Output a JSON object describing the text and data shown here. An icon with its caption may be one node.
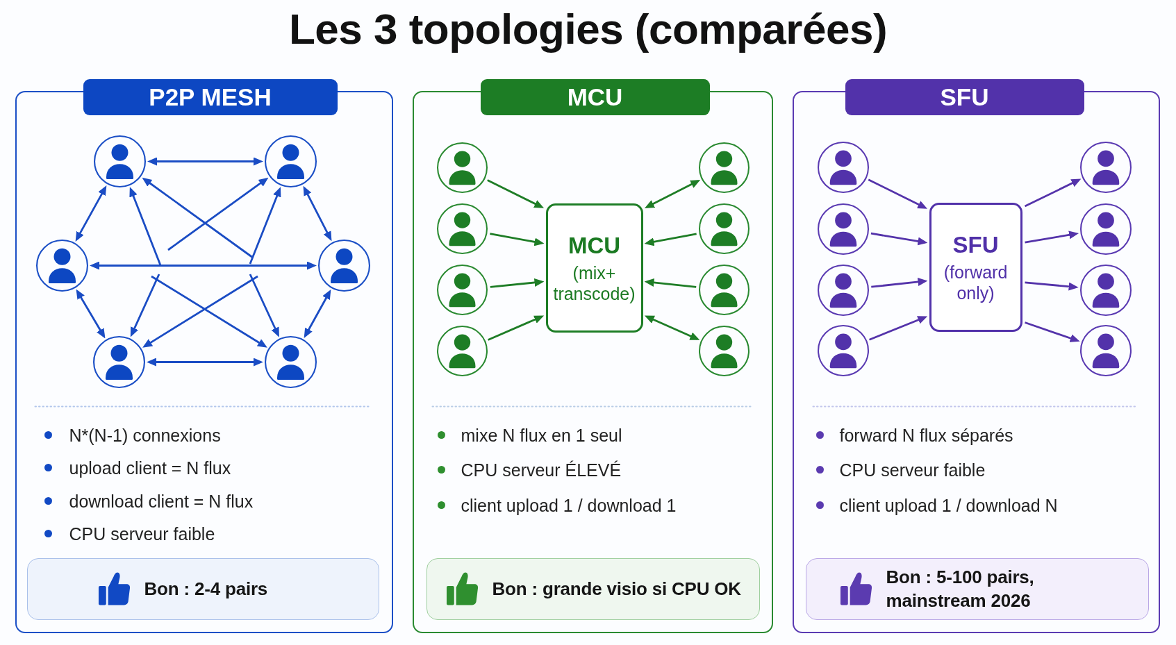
{
  "diagram": {
    "title": "Les 3 topologies (comparées)",
    "nodes": [
      {
        "text": [
          "P2P MESH",
          "N*(N-1) connexions",
          "upload client = N flux",
          "download client = N flux",
          "CPU serveur faible"
        ]
      },
      {
        "text": [],
        "shape": "person",
        "in": 0
      },
      {
        "text": [],
        "shape": "person",
        "in": 0
      },
      {
        "text": [],
        "shape": "person",
        "in": 0
      },
      {
        "text": [],
        "shape": "person",
        "in": 0
      },
      {
        "text": [],
        "shape": "person",
        "in": 0
      },
      {
        "text": [],
        "shape": "person",
        "in": 0
      },
      {
        "text": [
          "Bon : 2-4 pairs"
        ],
        "in": 0
      },
      {
        "text": [
          "MCU",
          "mixe N flux en 1 seul",
          "CPU serveur ÉLEVÉ",
          "client upload 1 / download 1"
        ]
      },
      {
        "text": [],
        "shape": "person",
        "in": 8
      },
      {
        "text": [],
        "shape": "person",
        "in": 8
      },
      {
        "text": [],
        "shape": "person",
        "in": 8
      },
      {
        "text": [],
        "shape": "person",
        "in": 8
      },
      {
        "text": [
          "MCU",
          "(mix+ transcode)"
        ],
        "in": 8
      },
      {
        "text": [],
        "shape": "person",
        "in": 8
      },
      {
        "text": [],
        "shape": "person",
        "in": 8
      },
      {
        "text": [],
        "shape": "person",
        "in": 8
      },
      {
        "text": [],
        "shape": "person",
        "in": 8
      },
      {
        "text": [
          "Bon : grande visio si CPU OK"
        ],
        "in": 8
      },
      {
        "text": [
          "SFU",
          "forward N flux séparés",
          "CPU serveur faible",
          "client upload 1 / download N"
        ]
      },
      {
        "text": [],
        "shape": "person",
        "in": 19
      },
      {
        "text": [],
        "shape": "person",
        "in": 19
      },
      {
        "text": [],
        "shape": "person",
        "in": 19
      },
      {
        "text": [],
        "shape": "person",
        "in": 19
      },
      {
        "text": [
          "SFU",
          "(forward only)"
        ],
        "in": 19
      },
      {
        "text": [],
        "shape": "person",
        "in": 19
      },
      {
        "text": [],
        "shape": "person",
        "in": 19
      },
      {
        "text": [],
        "shape": "person",
        "in": 19
      },
      {
        "text": [],
        "shape": "person",
        "in": 19
      },
      {
        "text": [
          "Bon : 5-100 pairs, mainstream 2026"
        ],
        "in": 19
      }
    ],
    "edges": [
      {
        "from": 1,
        "to": 2,
        "arrow": "both"
      },
      {
        "from": 1,
        "to": 3,
        "arrow": "both"
      },
      {
        "from": 2,
        "to": 4,
        "arrow": "both"
      },
      {
        "from": 3,
        "to": 4,
        "arrow": "both"
      },
      {
        "from": 3,
        "to": 5,
        "arrow": "both"
      },
      {
        "from": 4,
        "to": 6,
        "arrow": "both"
      },
      {
        "from": 5,
        "to": 6,
        "arrow": "both"
      },
      {
        "from": null,
        "to": 1,
        "arrow": "to"
      },
      {
        "from": null,
        "to": 1,
        "arrow": "to"
      },
      {
        "from": null,
        "to": 2,
        "arrow": "to"
      },
      {
        "from": null,
        "to": 2,
        "arrow": "to"
      },
      {
        "from": null,
        "to": 5,
        "arrow": "to"
      },
      {
        "from": null,
        "to": 5,
        "arrow": "to"
      },
      {
        "from": null,
        "to": 6,
        "arrow": "to"
      },
      {
        "from": null,
        "to": 6,
        "arrow": "to"
      },
      {
        "from": 9,
        "to": 13,
        "arrow": "to",
        "color": "#1e7d26"
      },
      {
        "from": 10,
        "to": 13,
        "arrow": "to",
        "color": "#1e7d26"
      },
      {
        "from": 11,
        "to": 13,
        "arrow": "to",
        "color": "#1e7d26"
      },
      {
        "from": 12,
        "to": 13,
        "arrow": "to",
        "color": "#1e7d26"
      },
      {
        "from": 13,
        "to": 14,
        "arrow": "both",
        "color": "#1e7d26"
      },
      {
        "from": 15,
        "to": 13,
        "arrow": "to",
        "color": "#1e7d26"
      },
      {
        "from": 16,
        "to": 13,
        "arrow": "to",
        "color": "#1e7d26"
      },
      {
        "from": 13,
        "to": 17,
        "arrow": "both",
        "color": "#1e7d26"
      },
      {
        "from": 20,
        "to": 24,
        "arrow": "to",
        "color": "#5433aa"
      },
      {
        "from": 21,
        "to": 24,
        "arrow": "to",
        "color": "#5433aa"
      },
      {
        "from": 22,
        "to": 24,
        "arrow": "to",
        "color": "#5433aa"
      },
      {
        "from": 23,
        "to": 24,
        "arrow": "to",
        "color": "#5433aa"
      },
      {
        "from": 24,
        "to": 25,
        "arrow": "to",
        "color": "#5433aa"
      },
      {
        "from": 24,
        "to": 26,
        "arrow": "to",
        "color": "#5433aa"
      },
      {
        "from": 24,
        "to": 27,
        "arrow": "to",
        "color": "#5433aa"
      },
      {
        "from": 24,
        "to": 28,
        "arrow": "to",
        "color": "#5433aa"
      }
    ]
  }
}
